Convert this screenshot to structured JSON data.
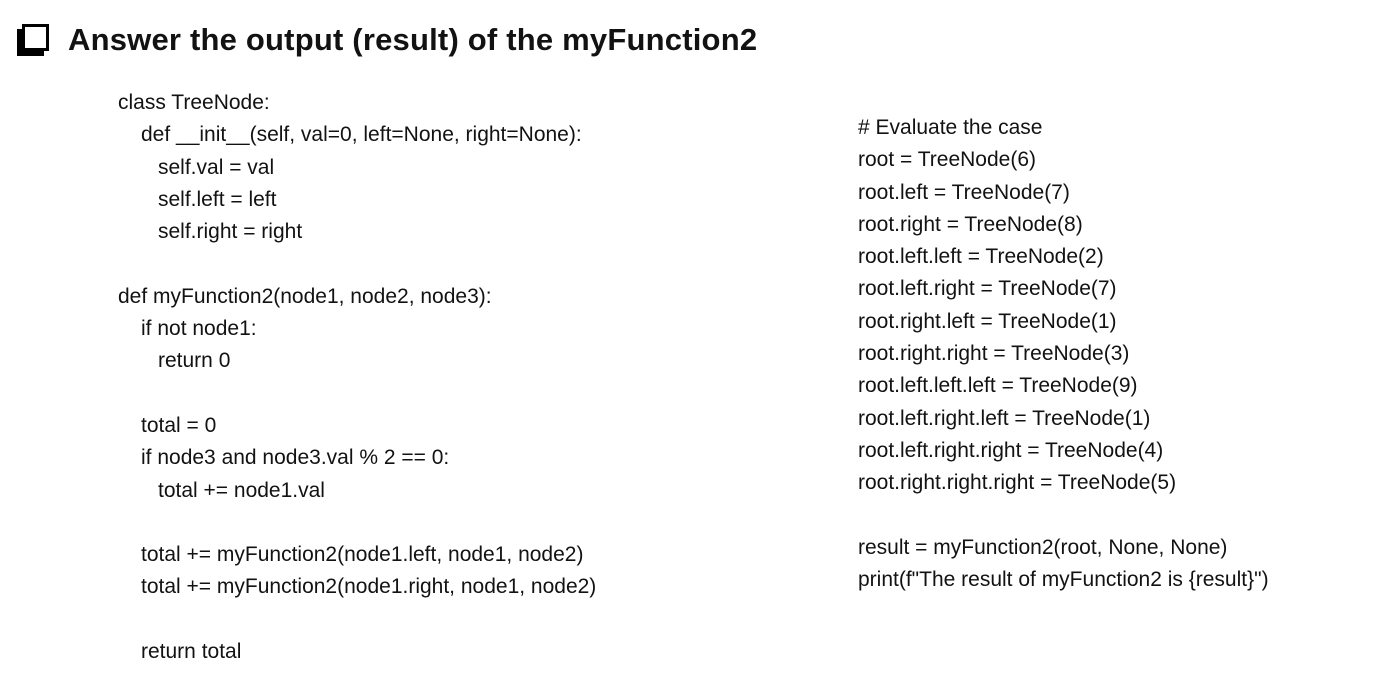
{
  "title": {
    "text": "Answer the output (result) of the myFunction2",
    "bullet_icon": "shadowed-square"
  },
  "colors": {
    "background": "#ffffff",
    "text": "#121212"
  },
  "left_code": {
    "lines": [
      {
        "indent": 0,
        "text": "class TreeNode:"
      },
      {
        "indent": 1,
        "text": "def __init__(self, val=0, left=None, right=None):"
      },
      {
        "indent": 2,
        "text": "self.val = val"
      },
      {
        "indent": 2,
        "text": "self.left = left"
      },
      {
        "indent": 2,
        "text": "self.right = right"
      },
      {
        "indent": 0,
        "text": ""
      },
      {
        "indent": 0,
        "text": "def myFunction2(node1, node2, node3):"
      },
      {
        "indent": 1,
        "text": "if not node1:"
      },
      {
        "indent": 2,
        "text": "return 0"
      },
      {
        "indent": 0,
        "text": ""
      },
      {
        "indent": 1,
        "text": "total = 0"
      },
      {
        "indent": 1,
        "text": "if node3 and node3.val % 2 == 0:"
      },
      {
        "indent": 2,
        "text": "total += node1.val"
      },
      {
        "indent": 0,
        "text": ""
      },
      {
        "indent": 1,
        "text": "total += myFunction2(node1.left, node1, node2)"
      },
      {
        "indent": 1,
        "text": "total += myFunction2(node1.right, node1, node2)"
      },
      {
        "indent": 0,
        "text": ""
      },
      {
        "indent": 1,
        "text": "return total"
      }
    ]
  },
  "right_code": {
    "lines": [
      {
        "indent": 0,
        "text": "# Evaluate the case"
      },
      {
        "indent": 0,
        "text": "root = TreeNode(6)"
      },
      {
        "indent": 0,
        "text": "root.left = TreeNode(7)"
      },
      {
        "indent": 0,
        "text": "root.right = TreeNode(8)"
      },
      {
        "indent": 0,
        "text": "root.left.left = TreeNode(2)"
      },
      {
        "indent": 0,
        "text": "root.left.right = TreeNode(7)"
      },
      {
        "indent": 0,
        "text": "root.right.left = TreeNode(1)"
      },
      {
        "indent": 0,
        "text": "root.right.right = TreeNode(3)"
      },
      {
        "indent": 0,
        "text": "root.left.left.left = TreeNode(9)"
      },
      {
        "indent": 0,
        "text": "root.left.right.left = TreeNode(1)"
      },
      {
        "indent": 0,
        "text": "root.left.right.right = TreeNode(4)"
      },
      {
        "indent": 0,
        "text": "root.right.right.right = TreeNode(5)"
      },
      {
        "indent": 0,
        "text": ""
      },
      {
        "indent": 0,
        "text": "result = myFunction2(root, None, None)"
      },
      {
        "indent": 0,
        "text": "print(f\"The result of myFunction2 is {result}\")"
      }
    ]
  }
}
